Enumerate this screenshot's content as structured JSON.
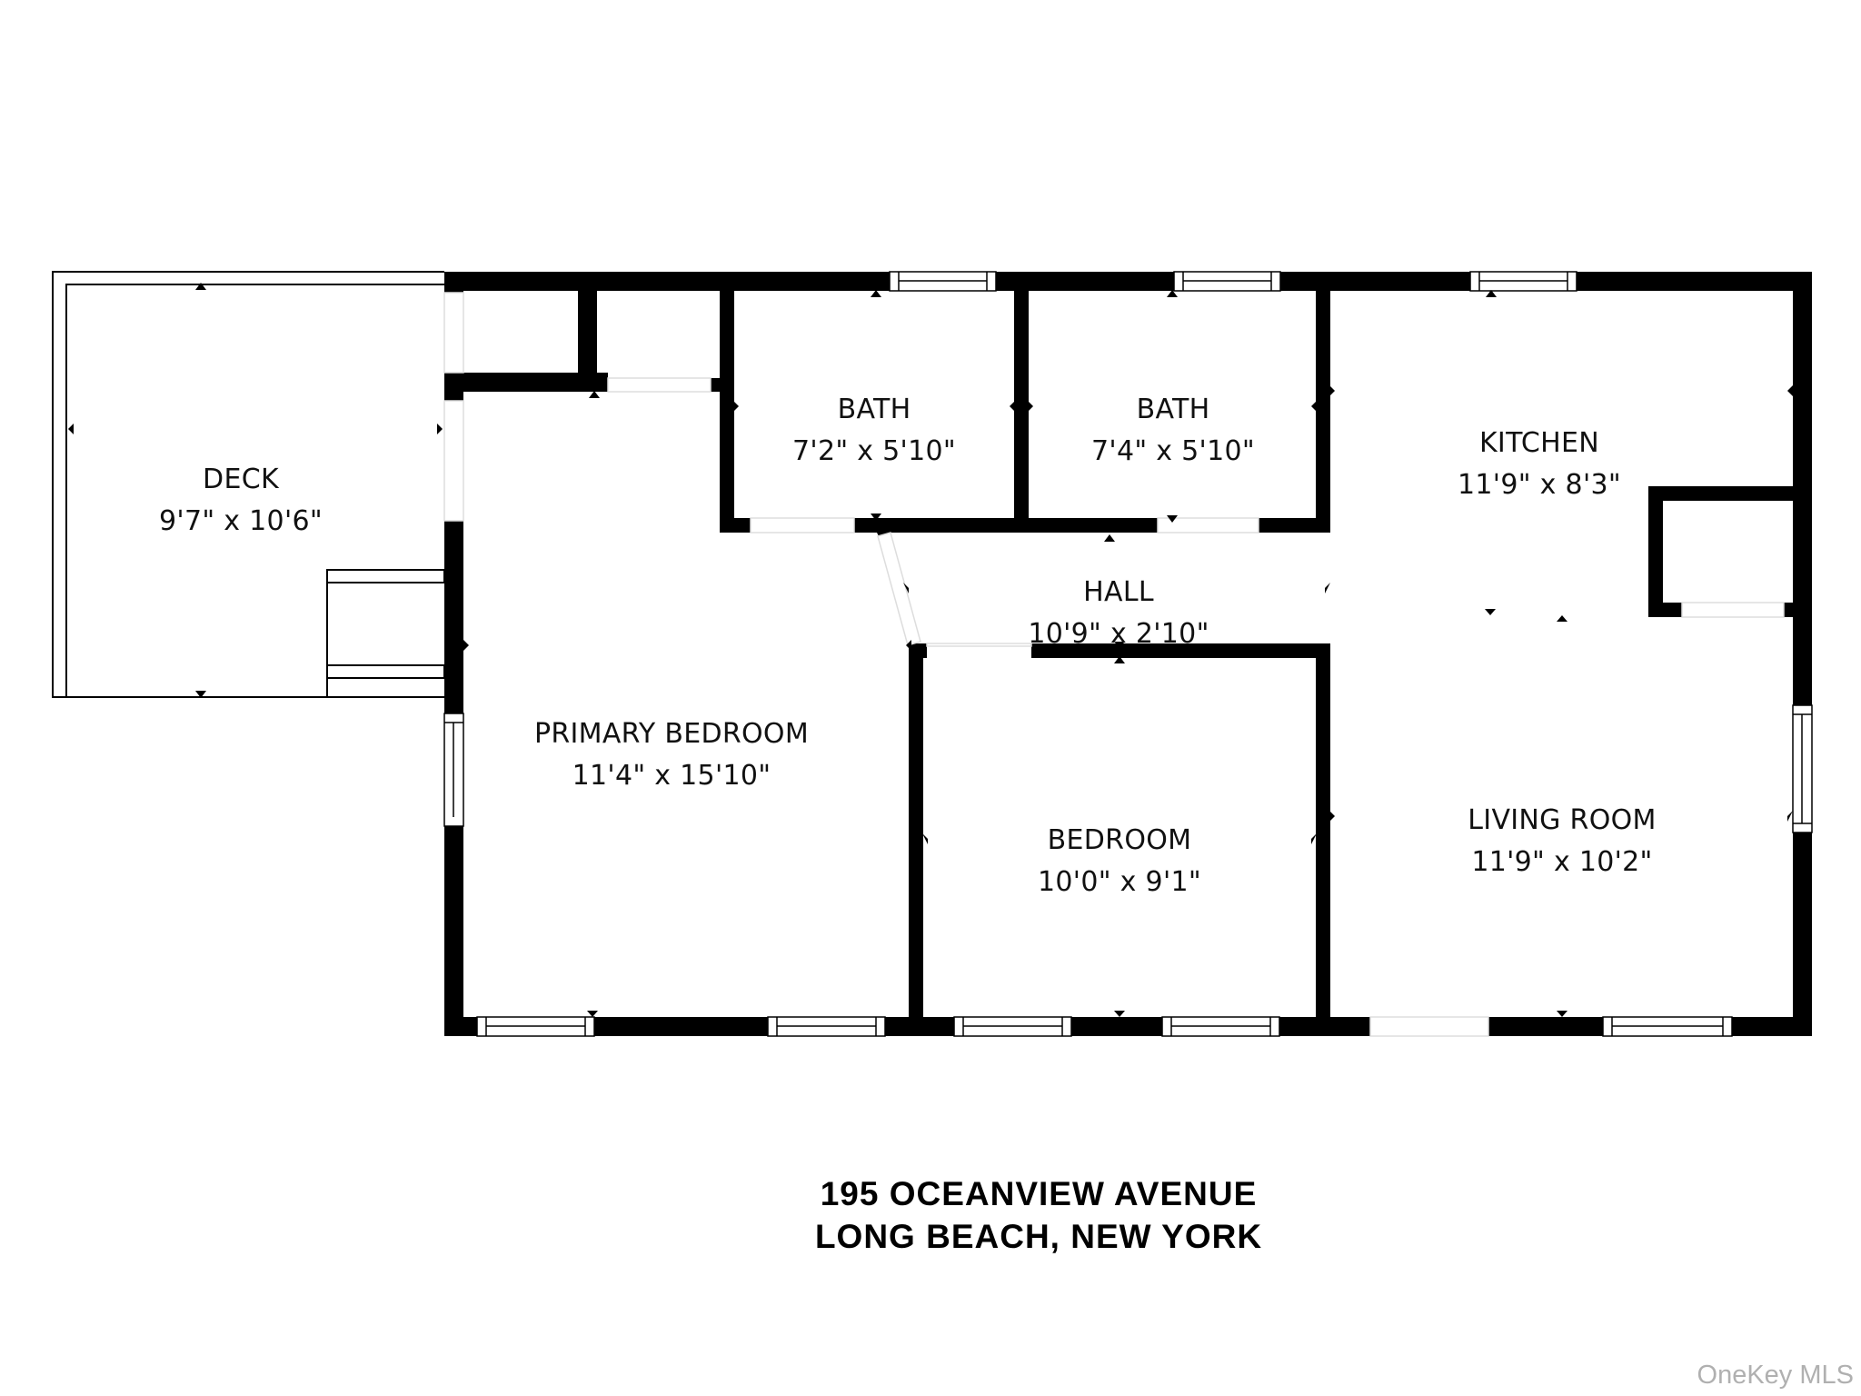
{
  "plan": {
    "wall_color": "#000000",
    "background": "#ffffff",
    "rooms": [
      {
        "id": "deck",
        "name": "DECK",
        "dims": "9'7\" x 10'6\""
      },
      {
        "id": "bath1",
        "name": "BATH",
        "dims": "7'2\" x 5'10\""
      },
      {
        "id": "bath2",
        "name": "BATH",
        "dims": "7'4\" x 5'10\""
      },
      {
        "id": "kitchen",
        "name": "KITCHEN",
        "dims": "11'9\" x 8'3\""
      },
      {
        "id": "hall",
        "name": "HALL",
        "dims": "10'9\" x 2'10\""
      },
      {
        "id": "primary_bedroom",
        "name": "PRIMARY BEDROOM",
        "dims": "11'4\" x 15'10\""
      },
      {
        "id": "bedroom",
        "name": "BEDROOM",
        "dims": "10'0\" x 9'1\""
      },
      {
        "id": "living_room",
        "name": "LIVING ROOM",
        "dims": "11'9\" x 10'2\""
      }
    ]
  },
  "address": {
    "line1": "195 OCEANVIEW AVENUE",
    "line2": "LONG BEACH, NEW YORK"
  },
  "watermark": "OneKey MLS"
}
